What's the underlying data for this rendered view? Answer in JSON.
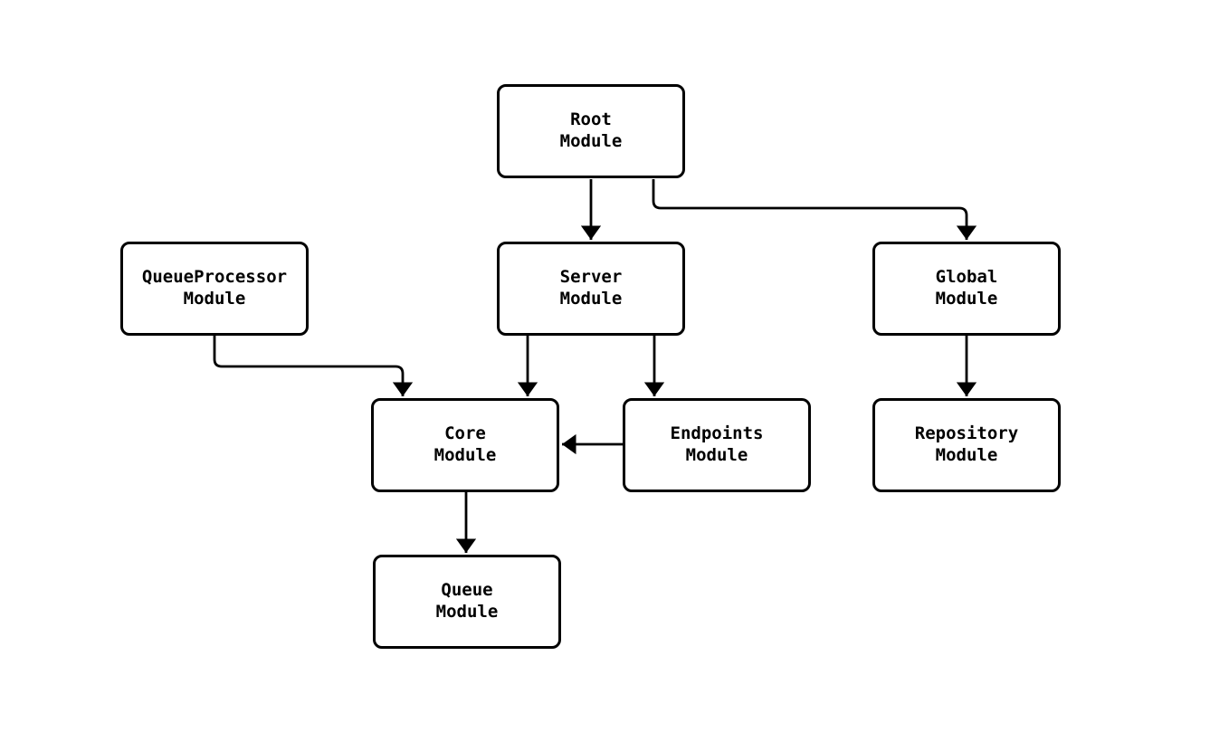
{
  "diagram": {
    "type": "module-dependency-flowchart",
    "colors": {
      "background": "#ffffff",
      "node_fill": "#ffffff",
      "node_border": "#000000",
      "text": "#000000",
      "edge": "#000000"
    },
    "nodes": [
      {
        "id": "root",
        "label": "Root\nModule"
      },
      {
        "id": "queueprocessor",
        "label": "QueueProcessor\nModule"
      },
      {
        "id": "server",
        "label": "Server\nModule"
      },
      {
        "id": "global",
        "label": "Global\nModule"
      },
      {
        "id": "core",
        "label": "Core\nModule"
      },
      {
        "id": "endpoints",
        "label": "Endpoints\nModule"
      },
      {
        "id": "repository",
        "label": "Repository\nModule"
      },
      {
        "id": "queue",
        "label": "Queue\nModule"
      }
    ],
    "edges": [
      {
        "from": "Root Module",
        "to": "Server Module"
      },
      {
        "from": "Root Module",
        "to": "Global Module"
      },
      {
        "from": "QueueProcessor Module",
        "to": "Core Module"
      },
      {
        "from": "Server Module",
        "to": "Core Module"
      },
      {
        "from": "Server Module",
        "to": "Endpoints Module"
      },
      {
        "from": "Endpoints Module",
        "to": "Core Module"
      },
      {
        "from": "Global Module",
        "to": "Repository Module"
      },
      {
        "from": "Core Module",
        "to": "Queue Module"
      }
    ]
  }
}
